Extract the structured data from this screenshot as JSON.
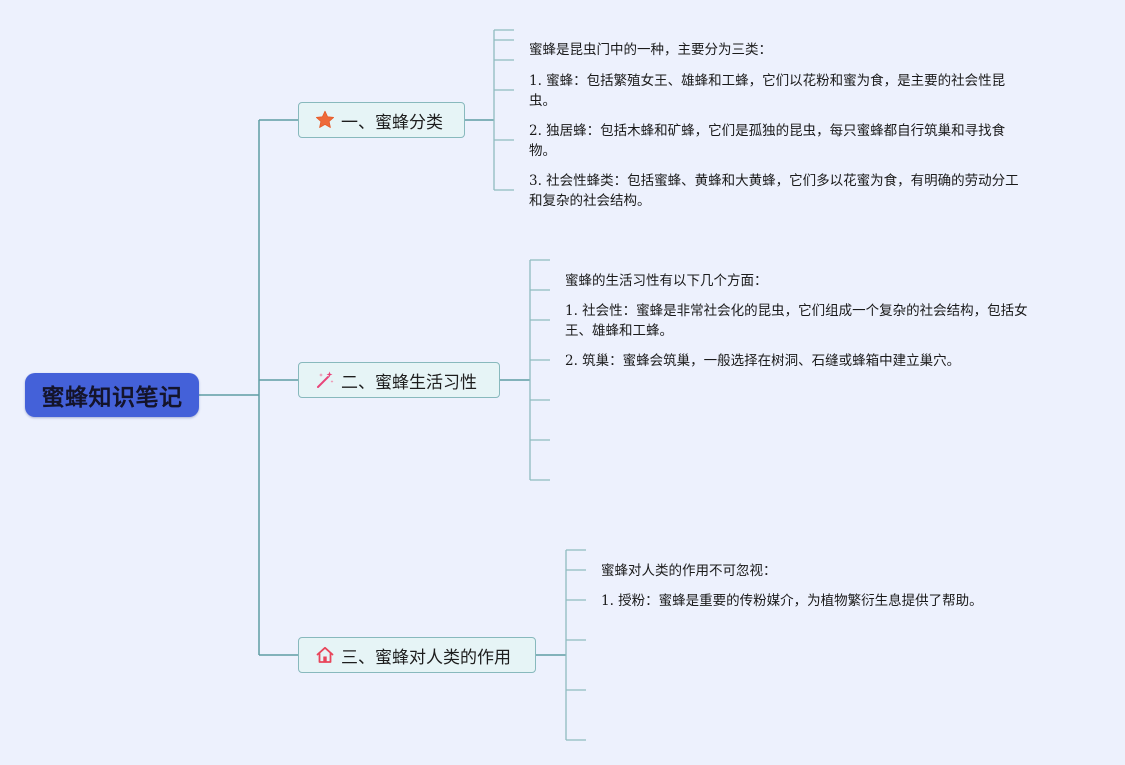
{
  "root": {
    "title": "蜜蜂知识笔记"
  },
  "branches": [
    {
      "label": "一、蜜蜂分类",
      "icon": "star-icon",
      "icon_color": "#ee6a3a",
      "notes": [
        "蜜蜂是昆虫门中的一种，主要分为三类：",
        "1. 蜜蜂：包括繁殖女王、雄蜂和工蜂，它们以花粉和蜜为食，是主要的社会性昆虫。",
        "2. 独居蜂：包括木蜂和矿蜂，它们是孤独的昆虫，每只蜜蜂都自行筑巢和寻找食物。",
        "3. 社会性蜂类：包括蜜蜂、黄蜂和大黄蜂，它们多以花蜜为食，有明确的劳动分工和复杂的社会结构。"
      ]
    },
    {
      "label": "二、蜜蜂生活习性",
      "icon": "magic-wand-icon",
      "icon_color": "#e8457a",
      "notes": [
        "蜜蜂的生活习性有以下几个方面：",
        "1. 社会性：蜜蜂是非常社会化的昆虫，它们组成一个复杂的社会结构，包括女王、雄蜂和工蜂。",
        "2. 筑巢：蜜蜂会筑巢，一般选择在树洞、石缝或蜂箱中建立巢穴。"
      ]
    },
    {
      "label": "三、蜜蜂对人类的作用",
      "icon": "home-icon",
      "icon_color": "#e8455a",
      "notes": [
        "蜜蜂对人类的作用不可忽视：",
        "1. 授粉：蜜蜂是重要的传粉媒介，为植物繁衍生息提供了帮助。"
      ]
    }
  ],
  "colors": {
    "background": "#edf1fd",
    "root_fill": "#4461d9",
    "branch_fill": "#e6f4f6",
    "branch_border": "#88b9bd",
    "connector": "#5f9ea3",
    "tick": "#8fbcc0"
  }
}
